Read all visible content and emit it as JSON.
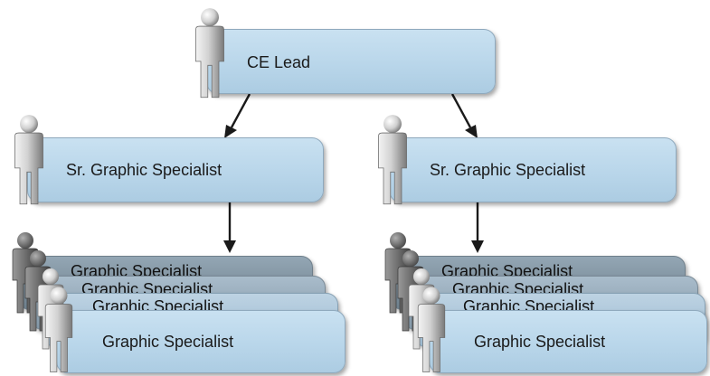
{
  "nodes": {
    "lead": "CE Lead",
    "senior_left": "Sr. Graphic Specialist",
    "senior_right": "Sr. Graphic Specialist",
    "team_left": [
      "Graphic Specialist",
      "Graphic Specialist",
      "Graphic Specialist",
      "Graphic Specialist"
    ],
    "team_right": [
      "Graphic Specialist",
      "Graphic Specialist",
      "Graphic Specialist",
      "Graphic Specialist"
    ]
  },
  "icons": {
    "person": "person-icon"
  },
  "colors": {
    "card_fill": "#bcd8ec",
    "card_back": "#7d8f9c",
    "arrow": "#1a1a1a"
  }
}
